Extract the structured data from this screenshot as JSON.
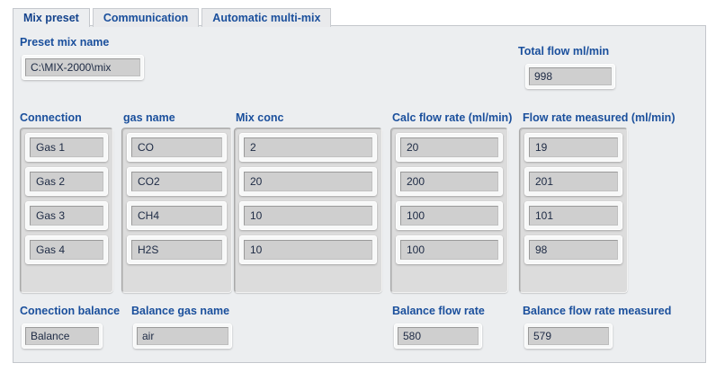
{
  "tabs": [
    {
      "label": "Mix preset",
      "active": true
    },
    {
      "label": "Communication",
      "active": false
    },
    {
      "label": "Automatic multi-mix",
      "active": false
    }
  ],
  "preset": {
    "label": "Preset mix name",
    "value": "C:\\MIX-2000\\mix"
  },
  "total_flow": {
    "label": "Total flow ml/min",
    "value": "998"
  },
  "columns": {
    "connection": "Connection",
    "gas_name": "gas name",
    "mix_conc": "Mix conc",
    "calc_flow": "Calc flow rate (ml/min)",
    "measured_flow": "Flow rate measured (ml/min)"
  },
  "rows": [
    {
      "connection": "Gas 1",
      "gas_name": "CO",
      "mix_conc": "2",
      "calc_flow": "20",
      "measured_flow": "19"
    },
    {
      "connection": "Gas 2",
      "gas_name": "CO2",
      "mix_conc": "20",
      "calc_flow": "200",
      "measured_flow": "201"
    },
    {
      "connection": "Gas 3",
      "gas_name": "CH4",
      "mix_conc": "10",
      "calc_flow": "100",
      "measured_flow": "101"
    },
    {
      "connection": "Gas 4",
      "gas_name": "H2S",
      "mix_conc": "10",
      "calc_flow": "100",
      "measured_flow": "98"
    }
  ],
  "balance": {
    "connection_label": "Conection balance",
    "connection_value": "Balance",
    "gas_name_label": "Balance gas name",
    "gas_name_value": "air",
    "flow_rate_label": "Balance flow rate",
    "flow_rate_value": "580",
    "flow_measured_label": "Balance flow rate measured",
    "flow_measured_value": "579"
  },
  "colors": {
    "label_blue": "#1a4f9c",
    "panel_bg": "#eceef0",
    "field_bg": "#cfcfcf"
  }
}
